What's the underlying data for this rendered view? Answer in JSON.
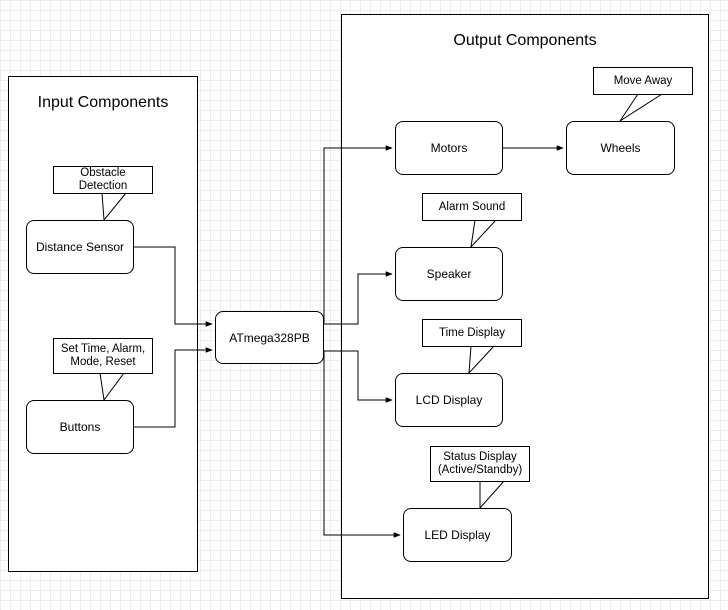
{
  "containers": {
    "input_title": "Input Components",
    "output_title": "Output Components"
  },
  "nodes": {
    "distance_sensor": "Distance Sensor",
    "buttons": "Buttons",
    "mcu": "ATmega328PB",
    "motors": "Motors",
    "wheels": "Wheels",
    "speaker": "Speaker",
    "lcd_display": "LCD Display",
    "led_display": "LED Display"
  },
  "callouts": {
    "obstacle_detection": "Obstacle Detection",
    "buttons_note": "Set Time, Alarm, Mode, Reset",
    "move_away": "Move Away",
    "alarm_sound": "Alarm Sound",
    "time_display": "Time Display",
    "status_display": "Status Display (Active/Standby)"
  }
}
